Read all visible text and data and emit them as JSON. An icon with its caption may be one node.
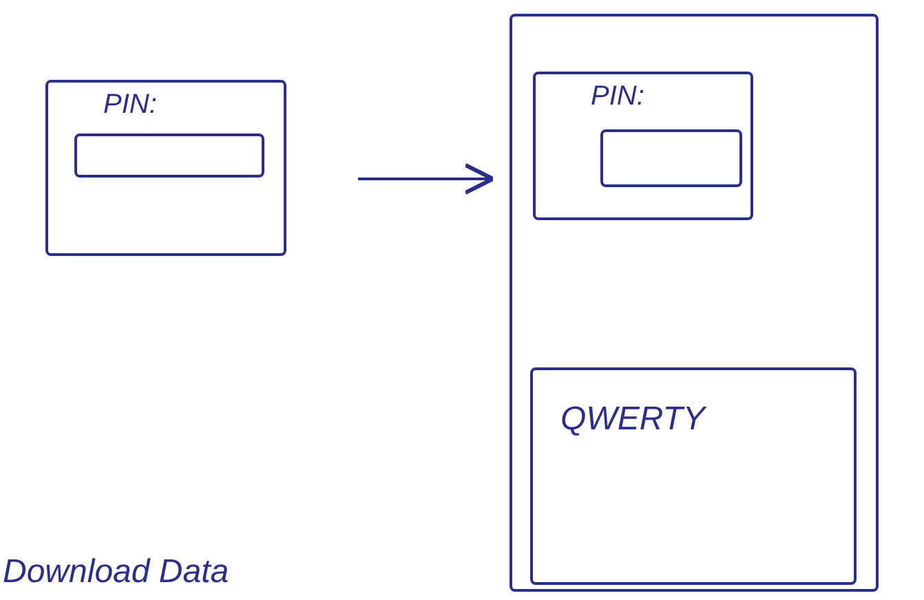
{
  "diagram": {
    "nodes": [
      {
        "text": [
          "PIN:"
        ]
      },
      {
        "text": [],
        "shape": "box",
        "in": 0
      },
      {
        "text": [],
        "shape": "box"
      },
      {
        "text": [
          "PIN:"
        ],
        "in": 2
      },
      {
        "text": [],
        "shape": "box",
        "in": 3
      },
      {
        "text": [
          "QWERTY"
        ],
        "in": 2
      }
    ],
    "edges": [
      {
        "from": 0,
        "to": 2,
        "arrow": "to"
      }
    ],
    "labels": [
      "Download Data"
    ]
  }
}
